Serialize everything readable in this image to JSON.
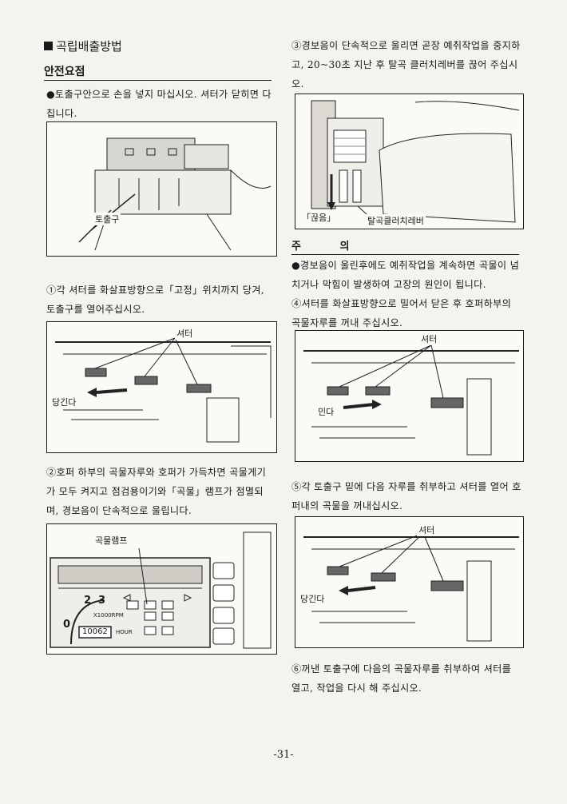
{
  "heading": "곡립배출방법",
  "safety": {
    "title": "안전요점",
    "note": "●토출구안으로 손을 넣지 마십시오. 셔터가 닫히면 다칩니다."
  },
  "steps": {
    "s1": "①각 셔터를 화살표방향으로「고정」위치까지 당겨, 토출구를 열어주십시오.",
    "s2": "②호퍼 하부의 곡물자루와 호퍼가 가득차면 곡물게기가 모두 켜지고 점검용이기와「곡물」램프가 점멸되며, 경보음이 단속적으로 울립니다.",
    "s3": "③경보음이 단속적으로 울리면 곧장 예취작업을 중지하고, 20~30초 지난 후 탈곡 클러치레버를 끊어 주십시오.",
    "s4": "④셔터를 화살표방향으로 밀어서 닫은 후 호퍼하부의 곡물자루를 꺼내 주십시오.",
    "s5": "⑤각 토출구 밑에 다음 자루를 취부하고 셔터를 열어 호퍼내의 곡물을 꺼내십시오.",
    "s6": "⑥꺼낸 토출구에 다음의 곡물자루를 취부하여 셔터를 열고, 작업을 다시 해 주십시오."
  },
  "caution": {
    "title": "주 의",
    "text": "●경보음이 울린후에도 예취작업을 계속하면 곡물이 넘치거나 막힘이 발생하여 고장의 원인이 됩니다."
  },
  "figures": {
    "f1": {
      "label": "토출구"
    },
    "f2": {
      "shutter": "셔터",
      "action": "당긴다"
    },
    "f3": {
      "label": "곡물램프",
      "dial1": "2",
      "dial2": "3",
      "dial0": "0",
      "unit": "X1000RPM",
      "hours": "10062",
      "hour_label": "HOUR"
    },
    "f4": {
      "lever_off": "「끊음」",
      "lever": "탈곡클러치레버"
    },
    "f5": {
      "shutter": "셔터",
      "action": "민다"
    },
    "f6": {
      "shutter": "셔터",
      "action": "당긴다"
    }
  },
  "page_number": "-31-"
}
